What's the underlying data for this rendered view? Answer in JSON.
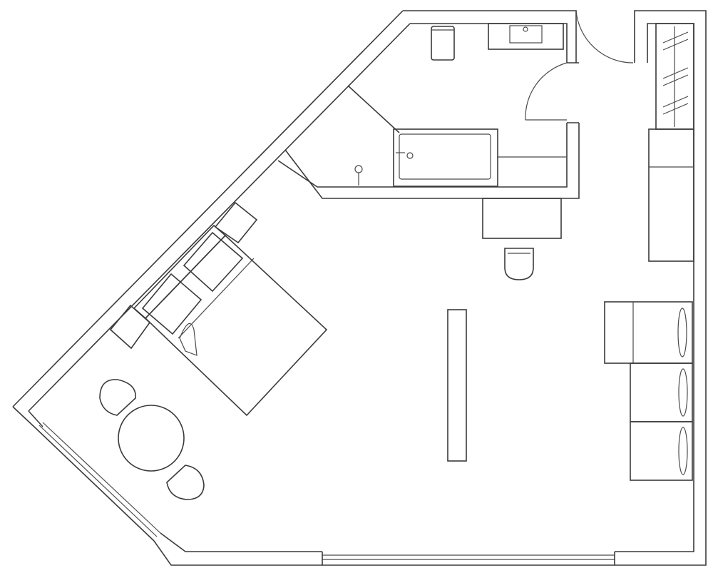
{
  "diagram": {
    "type": "floor-plan",
    "line_color": "#3a3a3a",
    "background": "#ffffff",
    "rooms": [
      "bathroom",
      "entry-hall",
      "bedroom-living"
    ],
    "fixtures": [
      "toilet",
      "washbasin",
      "bathtub",
      "shower-valve",
      "shower-head",
      "entry-door",
      "wardrobe"
    ],
    "furniture": [
      "double-bed",
      "pillow",
      "pillow",
      "nightstand",
      "nightstand",
      "round-table",
      "chair",
      "chair",
      "desk",
      "desk-chair",
      "tv-console",
      "armchair",
      "sofa",
      "side-cabinet"
    ]
  }
}
